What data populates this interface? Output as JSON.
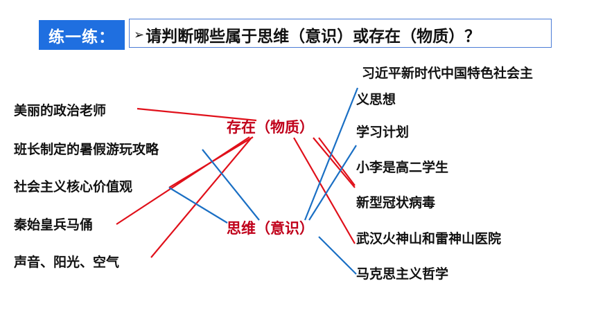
{
  "header": {
    "badge": "练一练：",
    "arrow": "➢",
    "question": "请判断哪些属于思维（意识）或存在（物质）？"
  },
  "categories": {
    "existence": "存在（物质）",
    "thought": "思维（意识）"
  },
  "left_items": [
    "美丽的政治老师",
    "班长制定的暑假游玩攻略",
    "社会主义核心价值观",
    "秦始皇兵马俑",
    "声音、阳光、空气"
  ],
  "right_items": [
    "习近平新时代中国特色社会主",
    "义思想",
    "学习计划",
    "小李是高二学生",
    "新型冠状病毒",
    "武汉火神山和雷神山医院",
    "马克思主义哲学"
  ],
  "colors": {
    "badge": "#1f6fe0",
    "existence_line": "#e0101a",
    "thought_line": "#1a6fc4",
    "category_text": "#c0001a"
  }
}
